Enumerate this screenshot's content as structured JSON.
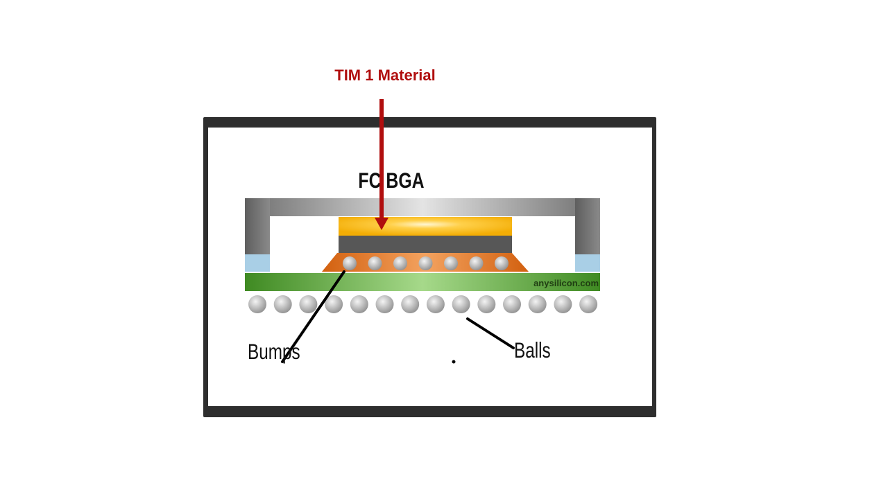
{
  "callout": {
    "label": "TIM 1 Material",
    "color": "#b00e0e"
  },
  "diagram": {
    "title": "FC BGA",
    "watermark": "anysilicon.com",
    "labels": {
      "bumps": "Bumps",
      "balls": "Balls"
    },
    "bump_count": 7,
    "ball_count": 14,
    "colors": {
      "frame": "#2e2e2e",
      "lid": "#9a9a9a",
      "tim": "#f6b80c",
      "die": "#575757",
      "underfill": "#e06c1c",
      "substrate": "#4f9a2e",
      "spacer": "#a9cfe6",
      "solder": "#bdbdbd",
      "watermark": "#1f3d12"
    }
  }
}
